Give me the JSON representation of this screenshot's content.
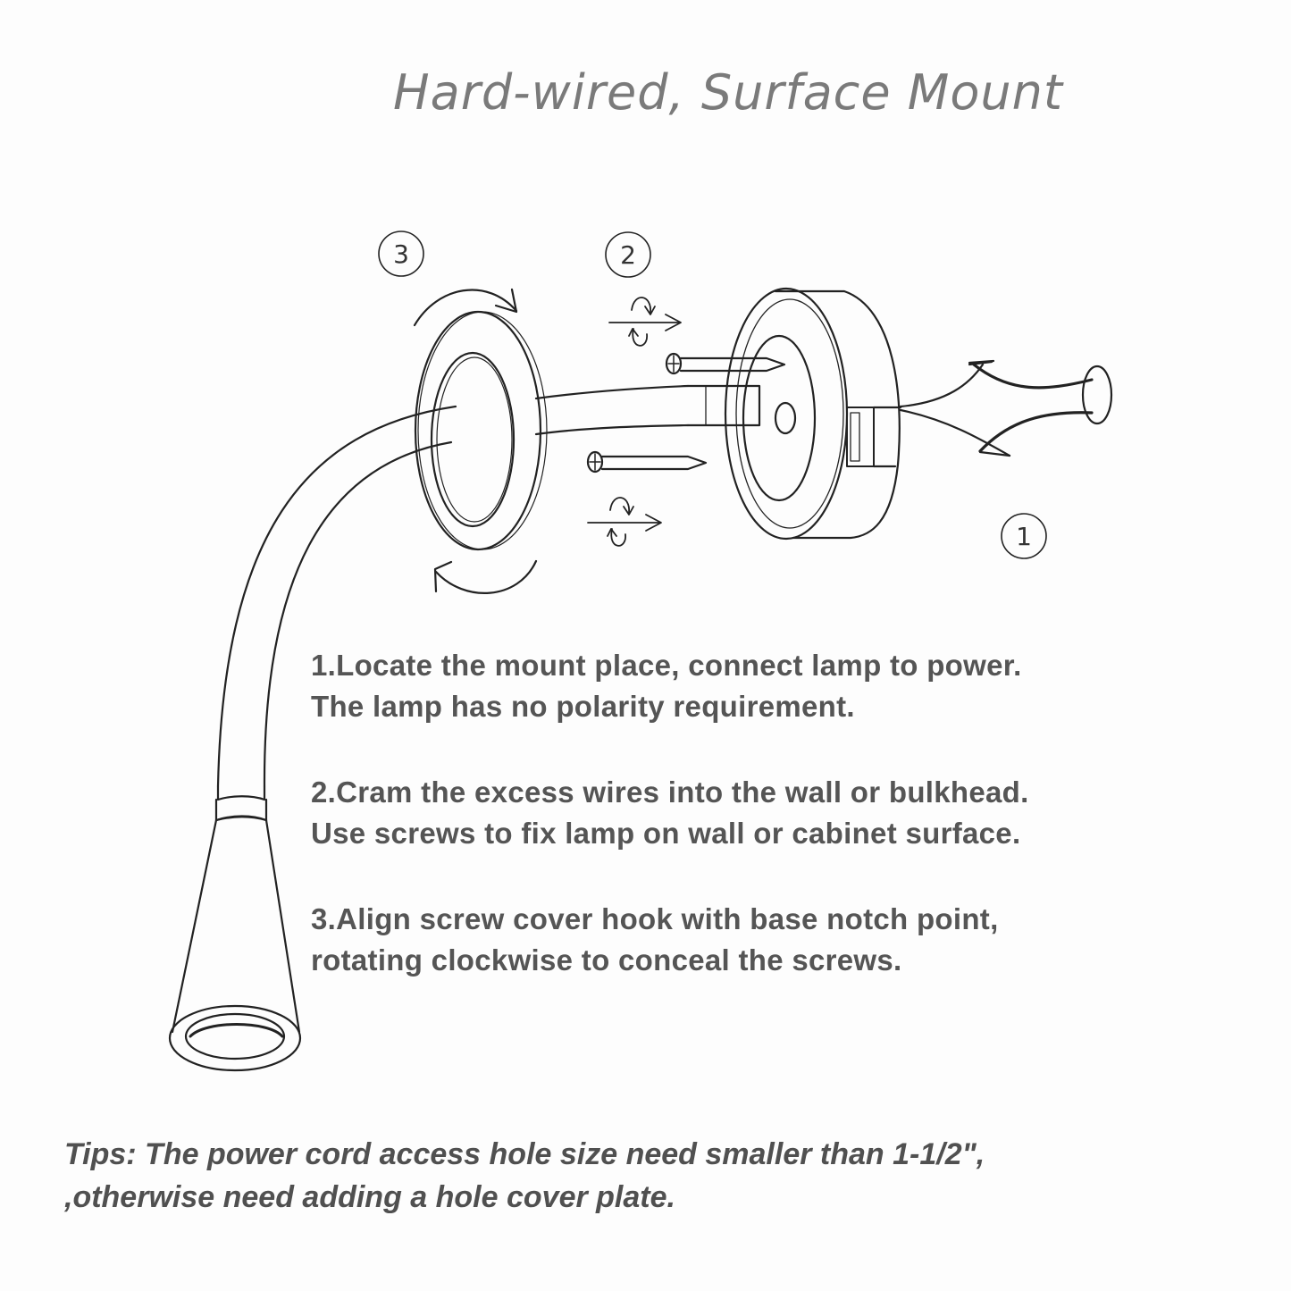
{
  "title": "Hard-wired, Surface Mount",
  "callouts": [
    {
      "number": "3",
      "meaning": "rotate-cover"
    },
    {
      "number": "2",
      "meaning": "insert-screws"
    },
    {
      "number": "1",
      "meaning": "connect-wires"
    }
  ],
  "steps": [
    {
      "line1": "1.Locate the mount place, connect lamp to power.",
      "line2": "The lamp has no polarity requirement."
    },
    {
      "line1": "2.Cram the excess wires into the wall or bulkhead.",
      "line2": "Use screws to fix lamp on wall or cabinet surface."
    },
    {
      "line1": "3.Align screw cover hook with base notch point,",
      "line2": "rotating clockwise to conceal the screws."
    }
  ],
  "tips": {
    "line1": "Tips: The power cord access hole size need smaller than 1-1/2\",",
    "line2": ",otherwise need adding a hole cover plate."
  },
  "colors": {
    "title": "#7a7a7a",
    "body_text": "#555555",
    "line_art": "#222222",
    "background": "#fdfdfd"
  }
}
